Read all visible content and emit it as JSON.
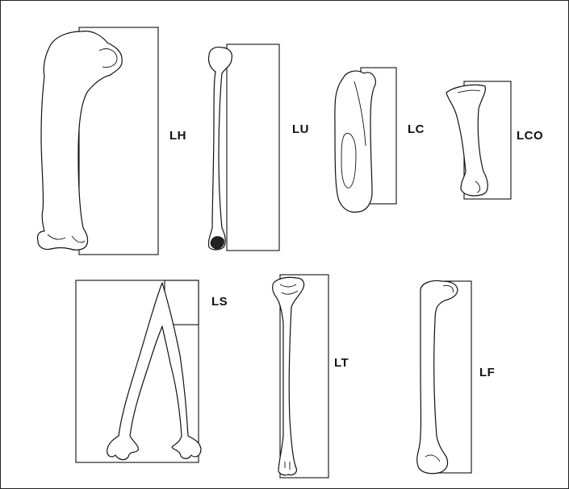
{
  "labels": {
    "lh": "LH",
    "lu": "LU",
    "lc": "LC",
    "lco": "LCO",
    "ls": "LS",
    "lt": "LT",
    "lf": "LF"
  }
}
